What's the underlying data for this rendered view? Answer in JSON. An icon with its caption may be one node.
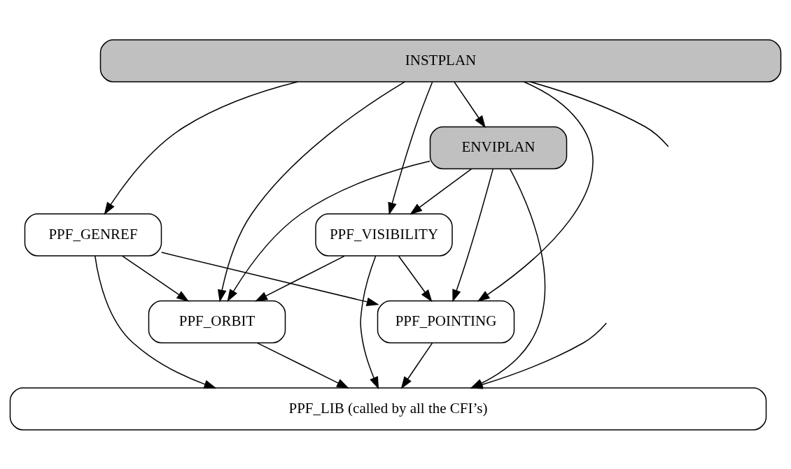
{
  "diagram": {
    "nodes": [
      {
        "text": [
          "INSTPLAN"
        ]
      },
      {
        "text": [
          "ENVIPLAN"
        ]
      },
      {
        "text": [
          "PPF_GENREF"
        ]
      },
      {
        "text": [
          "PPF_VISIBILITY"
        ]
      },
      {
        "text": [
          "PPF_ORBIT"
        ]
      },
      {
        "text": [
          "PPF_POINTING"
        ]
      },
      {
        "text": [
          "PPF_LIB (called by all the CFI’s)"
        ]
      }
    ],
    "edges": [
      {
        "from": 0,
        "to": 2,
        "arrow": "to"
      },
      {
        "from": 0,
        "to": 4,
        "arrow": "to"
      },
      {
        "from": 0,
        "to": 1,
        "arrow": "to"
      },
      {
        "from": 0,
        "to": 5,
        "arrow": "to"
      },
      {
        "from": 0,
        "to": 3,
        "arrow": "to"
      },
      {
        "from": 0,
        "to": null,
        "arrow": "none"
      },
      {
        "from": 1,
        "to": 3,
        "arrow": "to"
      },
      {
        "from": 1,
        "to": 4,
        "arrow": "to"
      },
      {
        "from": 1,
        "to": 6,
        "arrow": "to"
      },
      {
        "from": 1,
        "to": 5,
        "arrow": "to"
      },
      {
        "from": 2,
        "to": 4,
        "arrow": "to"
      },
      {
        "from": 2,
        "to": 5,
        "arrow": "to"
      },
      {
        "from": 2,
        "to": 6,
        "arrow": "to"
      },
      {
        "from": 3,
        "to": 4,
        "arrow": "to"
      },
      {
        "from": 3,
        "to": 5,
        "arrow": "to"
      },
      {
        "from": 3,
        "to": 6,
        "arrow": "to"
      },
      {
        "from": 4,
        "to": 6,
        "arrow": "to"
      },
      {
        "from": 5,
        "to": 6,
        "arrow": "to"
      },
      {
        "from": null,
        "to": 6,
        "arrow": "to"
      }
    ]
  }
}
